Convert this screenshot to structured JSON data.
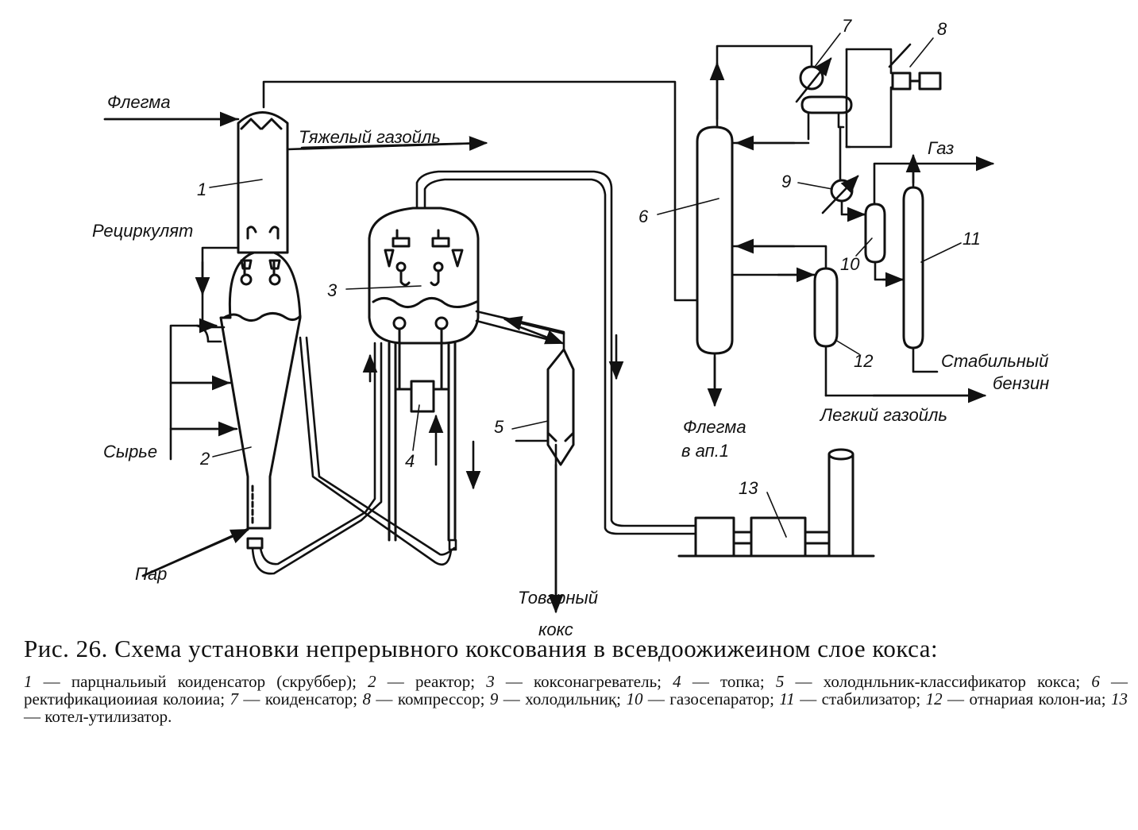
{
  "figure": {
    "caption_title": "Рис. 26. Схема установки непрерывного коксования в всевдоожижеином слое кокса:",
    "legend": [
      {
        "num": "1",
        "text": "— парцнальиый коиденсатор (скруббер); "
      },
      {
        "num": "2",
        "text": "— реактор; "
      },
      {
        "num": "3",
        "text": "— коксонагреватель; "
      },
      {
        "num": "4",
        "text": "— топка; "
      },
      {
        "num": "5",
        "text": "— холоднльник-классификатор кокса; "
      },
      {
        "num": "6",
        "text": "— ректификациоииая колоииа; "
      },
      {
        "num": "7",
        "text": "— коиденсатор; "
      },
      {
        "num": "8",
        "text": "— компрессор; "
      },
      {
        "num": "9",
        "text": "— холодильниқ; "
      },
      {
        "num": "10",
        "text": "— газосепаратор; "
      },
      {
        "num": "11",
        "text": "— стабилизатор; "
      },
      {
        "num": "12",
        "text": "— отнариая колон-иа; "
      },
      {
        "num": "13",
        "text": "— котел-утилизатор."
      }
    ]
  },
  "labels": {
    "flegma_in": "Флегма",
    "heavy_gasoil": "Тяжелый газойль",
    "recirculate": "Рециркулят",
    "feed": "Сырье",
    "steam": "Пар",
    "product_coke_1": "Товарный",
    "product_coke_2": "кокс",
    "flegma_out_1": "Флегма",
    "flegma_out_2": "в ап.1",
    "gas": "Газ",
    "stable_gasoline_1": "Стабильный",
    "stable_gasoline_2": "бензин",
    "light_gasoil": "Легкий газойль"
  },
  "numbers": {
    "n1": "1",
    "n2": "2",
    "n3": "3",
    "n4": "4",
    "n5": "5",
    "n6": "6",
    "n7": "7",
    "n8": "8",
    "n9": "9",
    "n10": "10",
    "n11": "11",
    "n12": "12",
    "n13": "13"
  }
}
